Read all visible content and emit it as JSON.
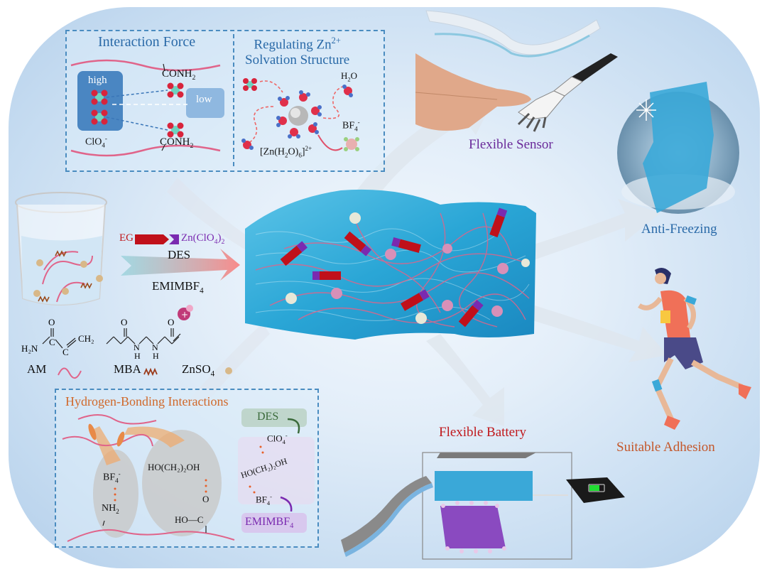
{
  "interaction_force": {
    "title": "Interaction Force",
    "high": "high",
    "low": "low",
    "conh2_top": "CONH",
    "conh2_bottom": "CONH",
    "sub2": "2",
    "clo4": "ClO",
    "sub4": "4",
    "minus": "-"
  },
  "solvation": {
    "title_line1": "Regulating Zn",
    "title_sup": "2+",
    "title_line2": "Solvation Structure",
    "h2o_h": "H",
    "h2o_sub": "2",
    "h2o_o": "O",
    "bf4": "BF",
    "bf4_sub": "4",
    "minus": "-",
    "complex_a": "[Zn(H",
    "complex_sub2": "2",
    "complex_b": "O)",
    "complex_sub6": "6",
    "complex_c": "]",
    "complex_sup": "2+"
  },
  "synthesis": {
    "eg": "EG",
    "zn_a": "Zn(ClO",
    "zn_sub4": "4",
    "zn_b": ")",
    "zn_sub2": "2",
    "des": "DES",
    "emim": "EMIMBF",
    "emim_sub": "4"
  },
  "monomers": {
    "am_label": "AM",
    "mba_label": "MBA",
    "znso4_a": "ZnSO",
    "znso4_sub": "4",
    "am_h2n": "H₂N",
    "am_c": "C",
    "am_ch2": "CH₂",
    "am_o": "O",
    "mba_h": "H",
    "mba_n": "N",
    "mba_o": "O"
  },
  "hbond": {
    "title": "Hydrogen-Bonding Interactions",
    "bf4": "BF",
    "sub4": "4",
    "minus": "-",
    "nh2": "NH",
    "sub2": "2",
    "eg_formula": "HO(CH₂)₂OH",
    "o": "O",
    "ho_c": "HO—C",
    "des": "DES",
    "clo4": "ClO",
    "emim": "EMIMBF"
  },
  "applications": {
    "sensor": "Flexible Sensor",
    "antifreeze": "Anti-Freezing",
    "adhesion": "Suitable Adhesion",
    "battery": "Flexible Battery"
  },
  "colors": {
    "title_blue": "#2a6aa8",
    "sensor_purple": "#6a2a9a",
    "battery_red": "#c0181c",
    "adhesion_orange": "#c4572a",
    "hbond_orange": "#d0682a",
    "des_green": "#3a6a3a",
    "emim_purple": "#7a2ab0",
    "polymer_pink": "#e0648a"
  }
}
